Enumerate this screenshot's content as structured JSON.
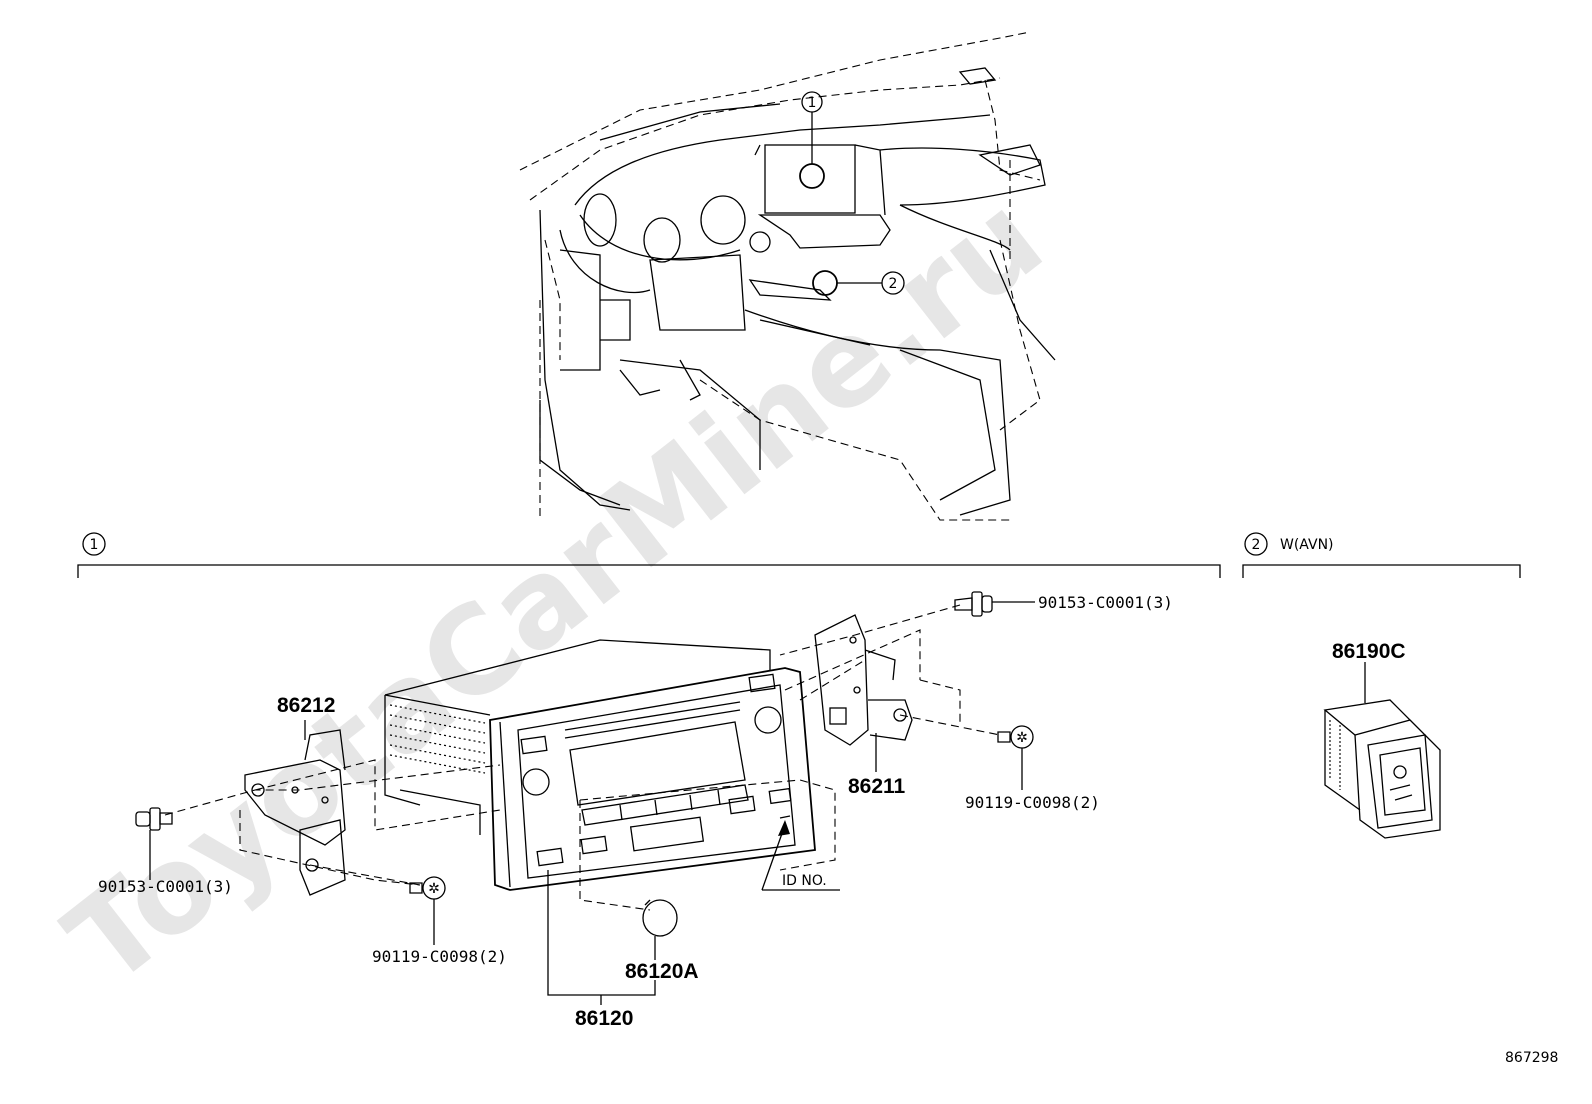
{
  "watermark": "ToyotaCarMine.ru",
  "diagram_id": "867298",
  "sections": [
    {
      "marker": "1",
      "label": ""
    },
    {
      "marker": "2",
      "label": "W(AVN)"
    }
  ],
  "overview_markers": [
    "1",
    "2"
  ],
  "parts": {
    "bracket_left": "86212",
    "bracket_right": "86211",
    "bolt_upper_right": "90153-C0001(3)",
    "bolt_left": "90153-C0001(3)",
    "screw_right": "90119-C0098(2)",
    "screw_left": "90119-C0098(2)",
    "knob": "86120A",
    "radio_unit": "86120",
    "usb_port": "86190C",
    "id_label": "ID NO."
  }
}
